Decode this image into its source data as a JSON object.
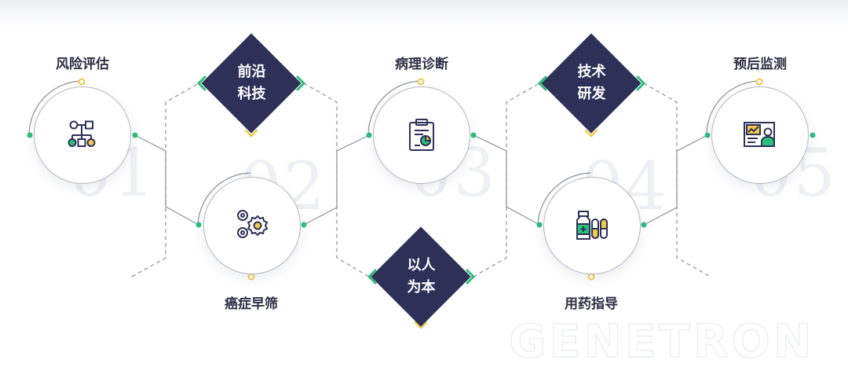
{
  "stages": [
    {
      "number": "01",
      "title": "风险评估",
      "icon": "family-tree-icon"
    },
    {
      "number": "02",
      "title": "癌症早筛",
      "icon": "cells-icon"
    },
    {
      "number": "03",
      "title": "病理诊断",
      "icon": "clipboard-report-icon"
    },
    {
      "number": "04",
      "title": "用药指导",
      "icon": "medicine-icon"
    },
    {
      "number": "05",
      "title": "预后监测",
      "icon": "doctor-screen-icon"
    }
  ],
  "diamonds": [
    {
      "line1": "前沿",
      "line2": "科技"
    },
    {
      "line1": "以人",
      "line2": "为本"
    },
    {
      "line1": "技术",
      "line2": "研发"
    }
  ],
  "watermark": "GENETRON",
  "colors": {
    "navy": "#2d3158",
    "green": "#2bbf7a",
    "yellow": "#f2c94c",
    "line": "#8e909c"
  }
}
